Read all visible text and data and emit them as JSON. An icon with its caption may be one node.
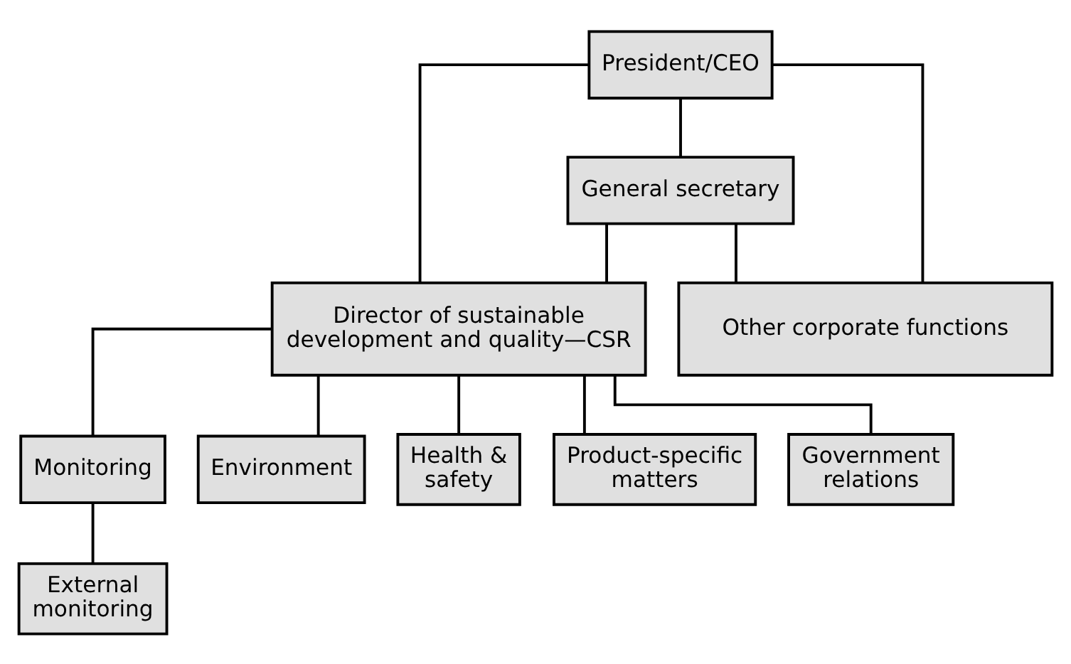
{
  "diagram": {
    "nodes": [
      {
        "text": [
          "President/CEO"
        ]
      },
      {
        "text": [
          "General secretary"
        ]
      },
      {
        "text": [
          "Director of sustainable development and quality—CSR"
        ]
      },
      {
        "text": [
          "Other corporate functions"
        ]
      },
      {
        "text": [
          "Monitoring"
        ]
      },
      {
        "text": [
          "Environment"
        ]
      },
      {
        "text": [
          "Health & safety"
        ]
      },
      {
        "text": [
          "Product-specific matters"
        ]
      },
      {
        "text": [
          "Government relations"
        ]
      },
      {
        "text": [
          "External monitoring"
        ]
      }
    ],
    "edges": [
      {
        "from": 0,
        "to": 1,
        "arrow": "none"
      },
      {
        "from": 0,
        "to": 2,
        "arrow": "none"
      },
      {
        "from": 0,
        "to": 3,
        "arrow": "none"
      },
      {
        "from": 1,
        "to": 2,
        "arrow": "none"
      },
      {
        "from": 1,
        "to": 3,
        "arrow": "none"
      },
      {
        "from": 2,
        "to": 4,
        "arrow": "none"
      },
      {
        "from": 2,
        "to": 5,
        "arrow": "none"
      },
      {
        "from": 2,
        "to": 6,
        "arrow": "none"
      },
      {
        "from": 2,
        "to": 7,
        "arrow": "none"
      },
      {
        "from": 2,
        "to": 8,
        "arrow": "none"
      },
      {
        "from": 4,
        "to": 9,
        "arrow": "none"
      }
    ]
  }
}
